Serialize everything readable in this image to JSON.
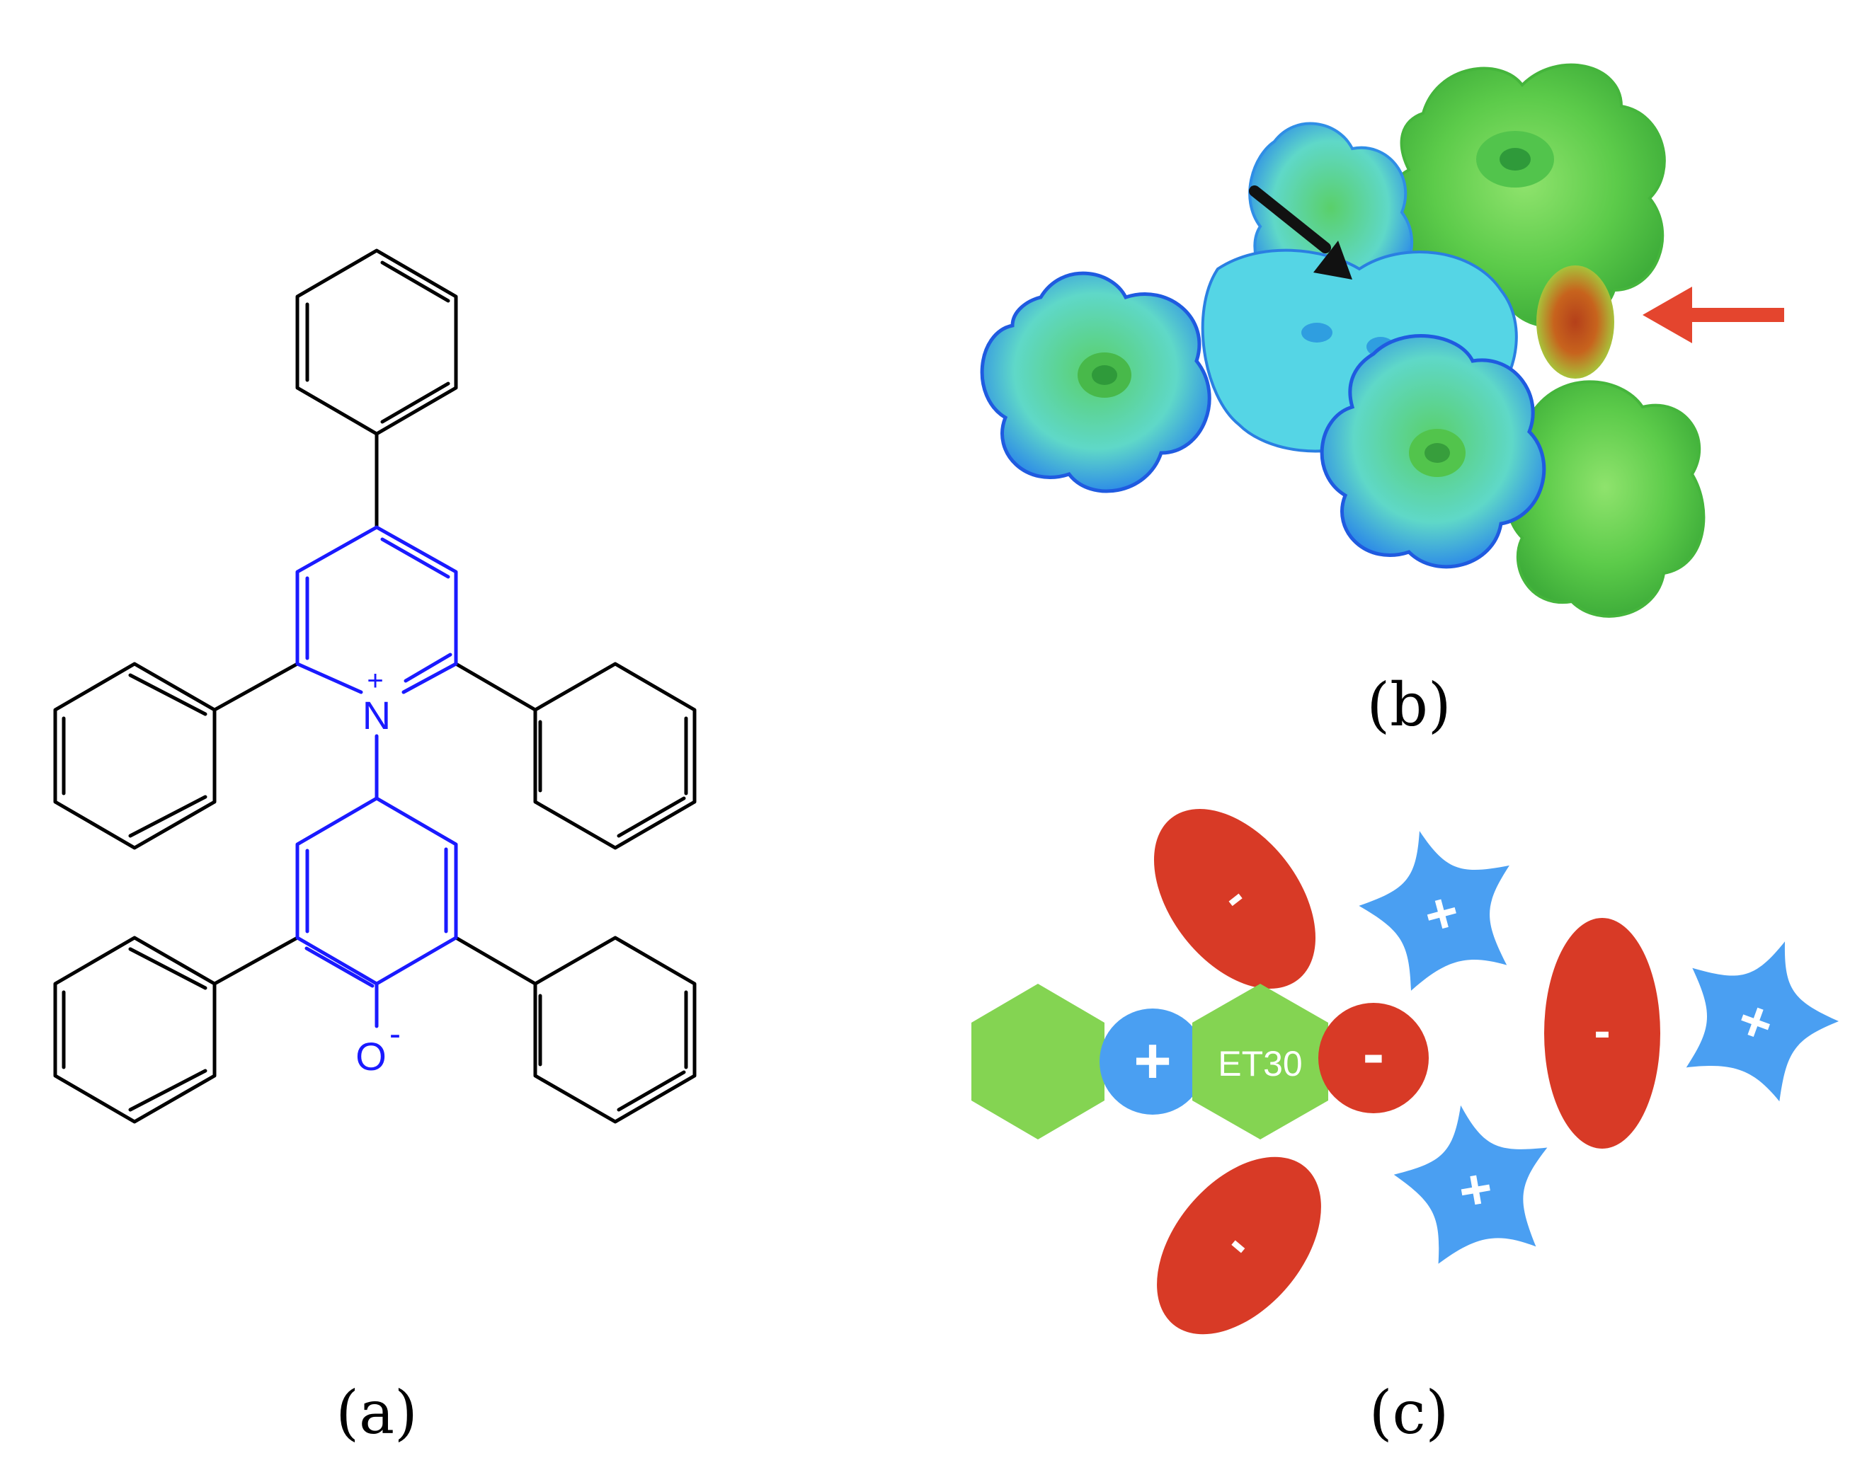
{
  "panels": {
    "a": {
      "label": "(a)"
    },
    "b": {
      "label": "(b)"
    },
    "c": {
      "label": "(c)"
    }
  },
  "structure": {
    "nitrogen_symbol": "N",
    "nitrogen_charge": "+",
    "oxygen_symbol": "O",
    "oxygen_charge": "-"
  },
  "cartoon": {
    "dye_label": "ET30",
    "positive_sign": "+",
    "negative_sign": "-",
    "solvent_negative_sign": "-",
    "solvent_positive_sign": "+"
  },
  "colors": {
    "skeleton": "#000000",
    "chromophore": "#1a1aff",
    "cation_blue": "#4a9ff2",
    "anion_red": "#d83a26",
    "hexagon_green": "#84d452",
    "black_arrow": "#111111",
    "red_arrow": "#e4452e",
    "esp_cyan": "#54d6e6",
    "esp_green": "#5ccb4a",
    "esp_blue": "#1f5be0",
    "esp_orange": "#c7631d"
  }
}
